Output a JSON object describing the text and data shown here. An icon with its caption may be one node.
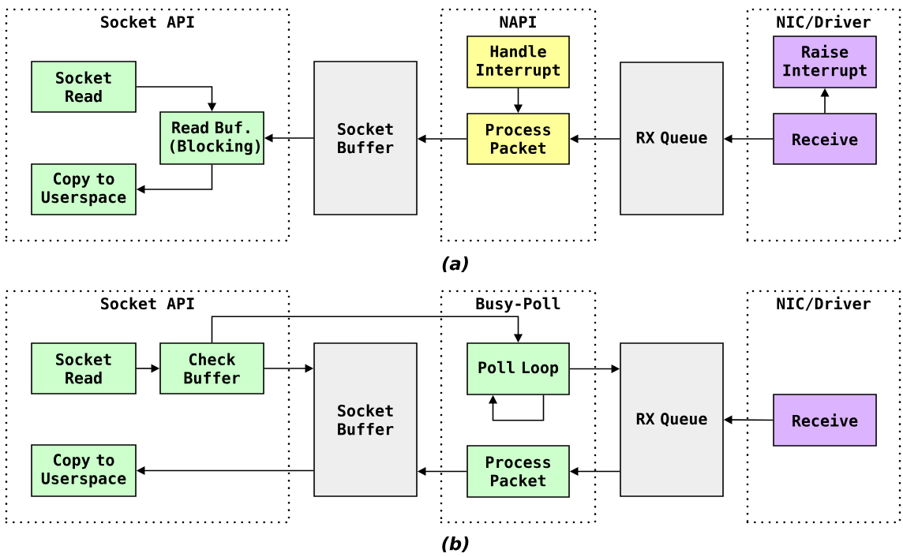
{
  "diagram": {
    "nodes": [
      {
        "text": [
          "Socket API"
        ]
      },
      {
        "text": [
          "Socket Read"
        ],
        "in": 0
      },
      {
        "text": [
          "Read Buf. (Blocking)"
        ],
        "in": 0
      },
      {
        "text": [
          "Copy to Userspace"
        ],
        "in": 0
      },
      {
        "text": [
          "Socket Buffer"
        ]
      },
      {
        "text": [
          "NAPI"
        ]
      },
      {
        "text": [
          "Handle Interrupt"
        ],
        "in": 5
      },
      {
        "text": [
          "Process Packet"
        ],
        "in": 5
      },
      {
        "text": [
          "RX Queue"
        ]
      },
      {
        "text": [
          "NIC/Driver"
        ]
      },
      {
        "text": [
          "Raise Interrupt"
        ],
        "in": 9
      },
      {
        "text": [
          "Receive"
        ],
        "in": 9
      },
      {
        "text": [
          "Socket API"
        ]
      },
      {
        "text": [
          "Socket Read"
        ],
        "in": 12
      },
      {
        "text": [
          "Check Buffer"
        ],
        "in": 12
      },
      {
        "text": [
          "Copy to Userspace"
        ],
        "in": 12
      },
      {
        "text": [
          "Socket Buffer"
        ]
      },
      {
        "text": [
          "Busy-Poll"
        ]
      },
      {
        "text": [
          "Poll Loop"
        ],
        "in": 17
      },
      {
        "text": [
          "Process Packet"
        ],
        "in": 17
      },
      {
        "text": [
          "RX Queue"
        ]
      },
      {
        "text": [
          "NIC/Driver"
        ]
      },
      {
        "text": [
          "Receive"
        ],
        "in": 21
      }
    ],
    "edges": [
      {
        "from": 1,
        "to": 2,
        "arrow": "to"
      },
      {
        "from": 2,
        "to": 3,
        "arrow": "to"
      },
      {
        "from": 4,
        "to": 2,
        "arrow": "to"
      },
      {
        "from": 7,
        "to": 4,
        "arrow": "to"
      },
      {
        "from": 8,
        "to": 7,
        "arrow": "to"
      },
      {
        "from": 11,
        "to": 8,
        "arrow": "to"
      },
      {
        "from": 11,
        "to": 10,
        "arrow": "to"
      },
      {
        "from": 6,
        "to": 7,
        "arrow": "to"
      },
      {
        "from": 13,
        "to": 14,
        "arrow": "to"
      },
      {
        "from": 14,
        "to": 16,
        "arrow": "to"
      },
      {
        "from": 14,
        "to": 18,
        "arrow": "to"
      },
      {
        "from": 18,
        "to": 20,
        "arrow": "to"
      },
      {
        "from": 18,
        "to": 18,
        "arrow": "to"
      },
      {
        "from": 20,
        "to": 19,
        "arrow": "to"
      },
      {
        "from": 19,
        "to": 16,
        "arrow": "to"
      },
      {
        "from": 16,
        "to": 15,
        "arrow": "to"
      },
      {
        "from": 22,
        "to": 20,
        "arrow": "to"
      }
    ],
    "labels": [
      "(a)",
      "(b)"
    ]
  }
}
